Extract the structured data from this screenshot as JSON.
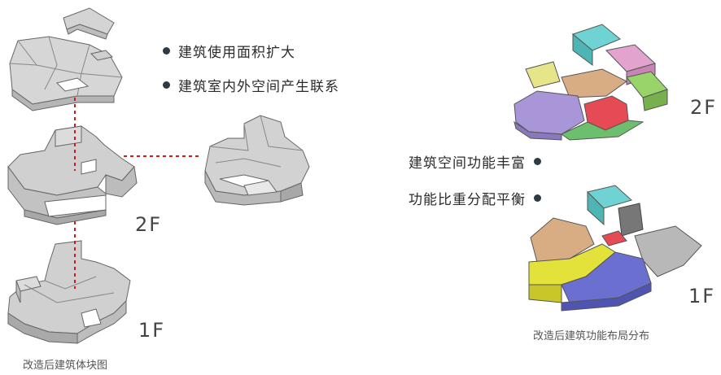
{
  "left": {
    "bullets": [
      "建筑使用面积扩大",
      "建筑室内外空间产生联系"
    ],
    "floor_2": "2F",
    "floor_1": "1F",
    "caption": "改造后建筑体块图"
  },
  "right": {
    "bullets": [
      "建筑空间功能丰富",
      "功能比重分配平衡"
    ],
    "floor_2": "2F",
    "floor_1": "1F",
    "caption": "改造后建筑功能布局分布"
  },
  "colors": {
    "massing_gray": "#d2d2d2",
    "massing_edge": "#6e6e6e",
    "connector_red": "#c81e1e",
    "bullet_dot": "#2e3b44",
    "func_cyan": "#6fd3d3",
    "func_pink": "#e2a3cf",
    "func_green": "#98d46a",
    "func_yellow": "#e6e58a",
    "func_purple": "#a996d8",
    "func_tan": "#d9ad83",
    "func_red": "#e64a55",
    "func_dark_gray": "#777777",
    "func_yellow_1f": "#e3e23a",
    "func_blue": "#6a6fd0",
    "func_orange": "#e0a070"
  }
}
